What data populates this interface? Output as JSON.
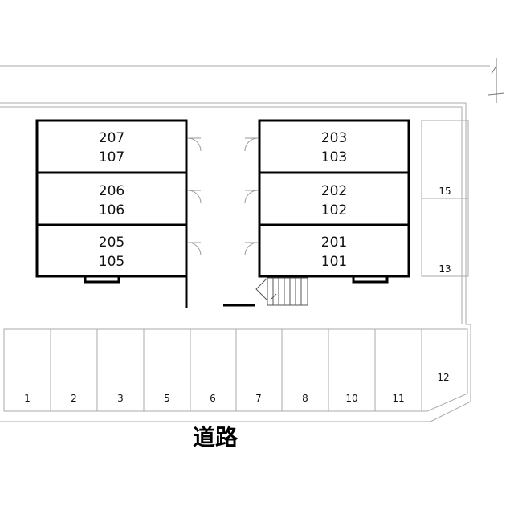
{
  "units": [
    {
      "upper": "207",
      "lower": "107"
    },
    {
      "upper": "206",
      "lower": "106"
    },
    {
      "upper": "205",
      "lower": "105"
    },
    {
      "upper": "203",
      "lower": "103"
    },
    {
      "upper": "202",
      "lower": "102"
    },
    {
      "upper": "201",
      "lower": "101"
    }
  ],
  "parking": [
    "1",
    "2",
    "3",
    "5",
    "6",
    "7",
    "8",
    "10",
    "11",
    "12",
    "15",
    "13"
  ],
  "road_label": "道路"
}
